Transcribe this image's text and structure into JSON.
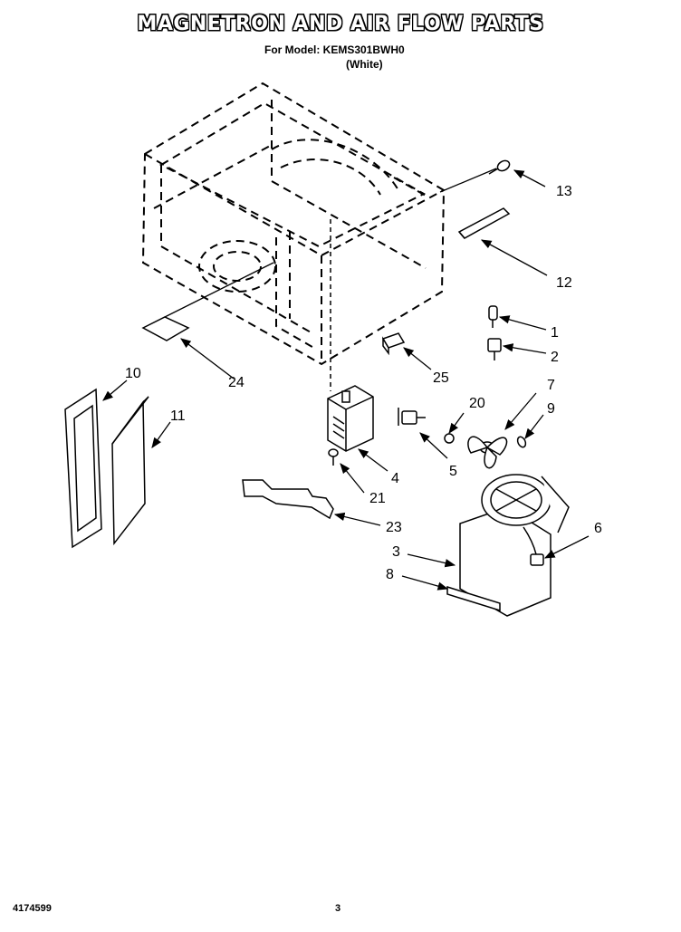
{
  "header": {
    "title": "MAGNETRON AND AIR FLOW PARTS",
    "model_line": "For Model: KEMS301BWH0",
    "color_line": "(White)"
  },
  "footer": {
    "doc_number": "4174599",
    "page_number": "3"
  },
  "callouts": {
    "c1": "1",
    "c2": "2",
    "c3": "3",
    "c4": "4",
    "c5": "5",
    "c6": "6",
    "c7": "7",
    "c8": "8",
    "c9": "9",
    "c10": "10",
    "c11": "11",
    "c12": "12",
    "c13": "13",
    "c20": "20",
    "c21": "21",
    "c23": "23",
    "c24": "24",
    "c25": "25"
  }
}
